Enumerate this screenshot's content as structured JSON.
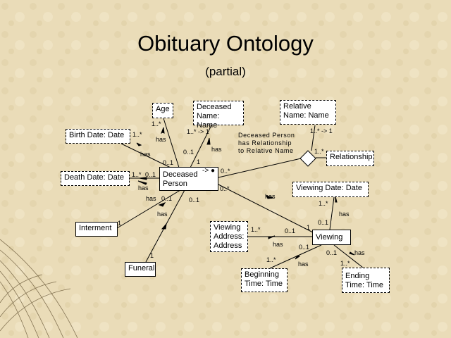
{
  "title": "Obituary Ontology",
  "subtitle": "(partial)",
  "boxes": {
    "age": "Age",
    "deceased_name": [
      "Deceased",
      "Name: Name"
    ],
    "relative_name": [
      "Relative",
      "Name: Name"
    ],
    "birth_date": "Birth Date: Date",
    "death_date": "Death Date: Date",
    "deceased_person": [
      "Deceased",
      "Person"
    ],
    "relationship": "Relationship",
    "viewing_date": "Viewing Date: Date",
    "interment": "Interment",
    "funeral": "Funeral",
    "viewing_address": [
      "Viewing",
      "Address:",
      "Address"
    ],
    "viewing": "Viewing",
    "beginning_time": [
      "Beginning",
      "Time: Time"
    ],
    "ending_time": [
      "Ending",
      "Time: Time"
    ]
  },
  "note": [
    "Deceased Person",
    "has Relationship",
    "to Relative Name"
  ],
  "arrow_marker": "-> ●",
  "labels": {
    "age_1star": "1..*",
    "age_has": "has",
    "birth_1star": "1..*",
    "birth_has": "has",
    "birth_01": "0..1",
    "death_1star": "1..*",
    "death_01": "0..1",
    "death_has": "has",
    "dn_mult": "1..* -> 1",
    "dn_01": "0..1",
    "dn_1": "1",
    "dn_has": "has",
    "rn_mult": "1..* -> 1",
    "rel_1star": "1..*",
    "dp_0star_a": "0..*",
    "dp_0star_b": "0..*",
    "int_has": "has",
    "int_01": "0..1",
    "int_1": "1",
    "int_01b": "0..1",
    "fun_has": "has",
    "fun_1": "1",
    "view_has": "has",
    "view_1": "1",
    "vd_1star": "1..*",
    "vd_has": "has",
    "vd_01": "0..1",
    "va_1star": "1..*",
    "va_01": "0..1",
    "va_has": "has",
    "bt_01": "0..1",
    "bt_1star": "1..*",
    "bt_has": "has",
    "et_01": "0..1",
    "et_has": "has",
    "et_1star": "1..*"
  },
  "colors": {
    "background": "#eadcb8",
    "ink": "#000000"
  }
}
